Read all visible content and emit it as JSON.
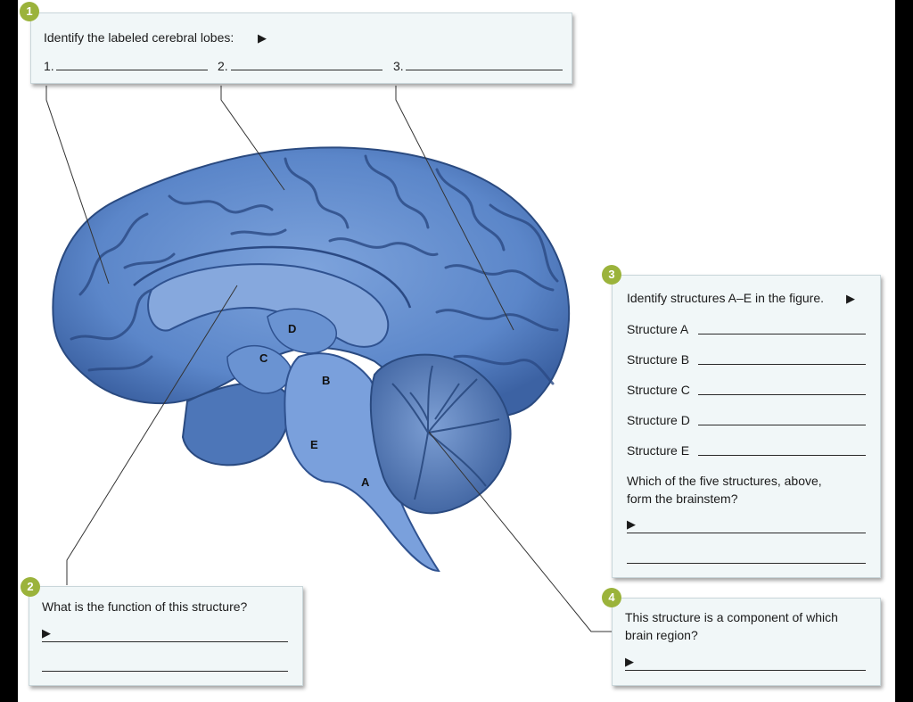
{
  "q1": {
    "number": "1",
    "prompt": "Identify the labeled cerebral lobes:",
    "items": [
      "1.",
      "2.",
      "3."
    ]
  },
  "q2": {
    "number": "2",
    "prompt": "What is the function of this structure?"
  },
  "q3": {
    "number": "3",
    "prompt": "Identify structures A–E in the figure.",
    "structures": [
      "Structure A",
      "Structure B",
      "Structure C",
      "Structure D",
      "Structure E"
    ],
    "question_line1": "Which of the five structures, above,",
    "question_line2": "form the brainstem?"
  },
  "q4": {
    "number": "4",
    "prompt_line1": "This structure is a component of which",
    "prompt_line2": "brain region?"
  },
  "figure": {
    "letters": [
      "A",
      "B",
      "C",
      "D",
      "E"
    ],
    "colors": {
      "brain": "#5b86c9",
      "brain_dark": "#2f4f86",
      "brain_light": "#8fb2e2",
      "badge": "#9bb33b"
    }
  }
}
